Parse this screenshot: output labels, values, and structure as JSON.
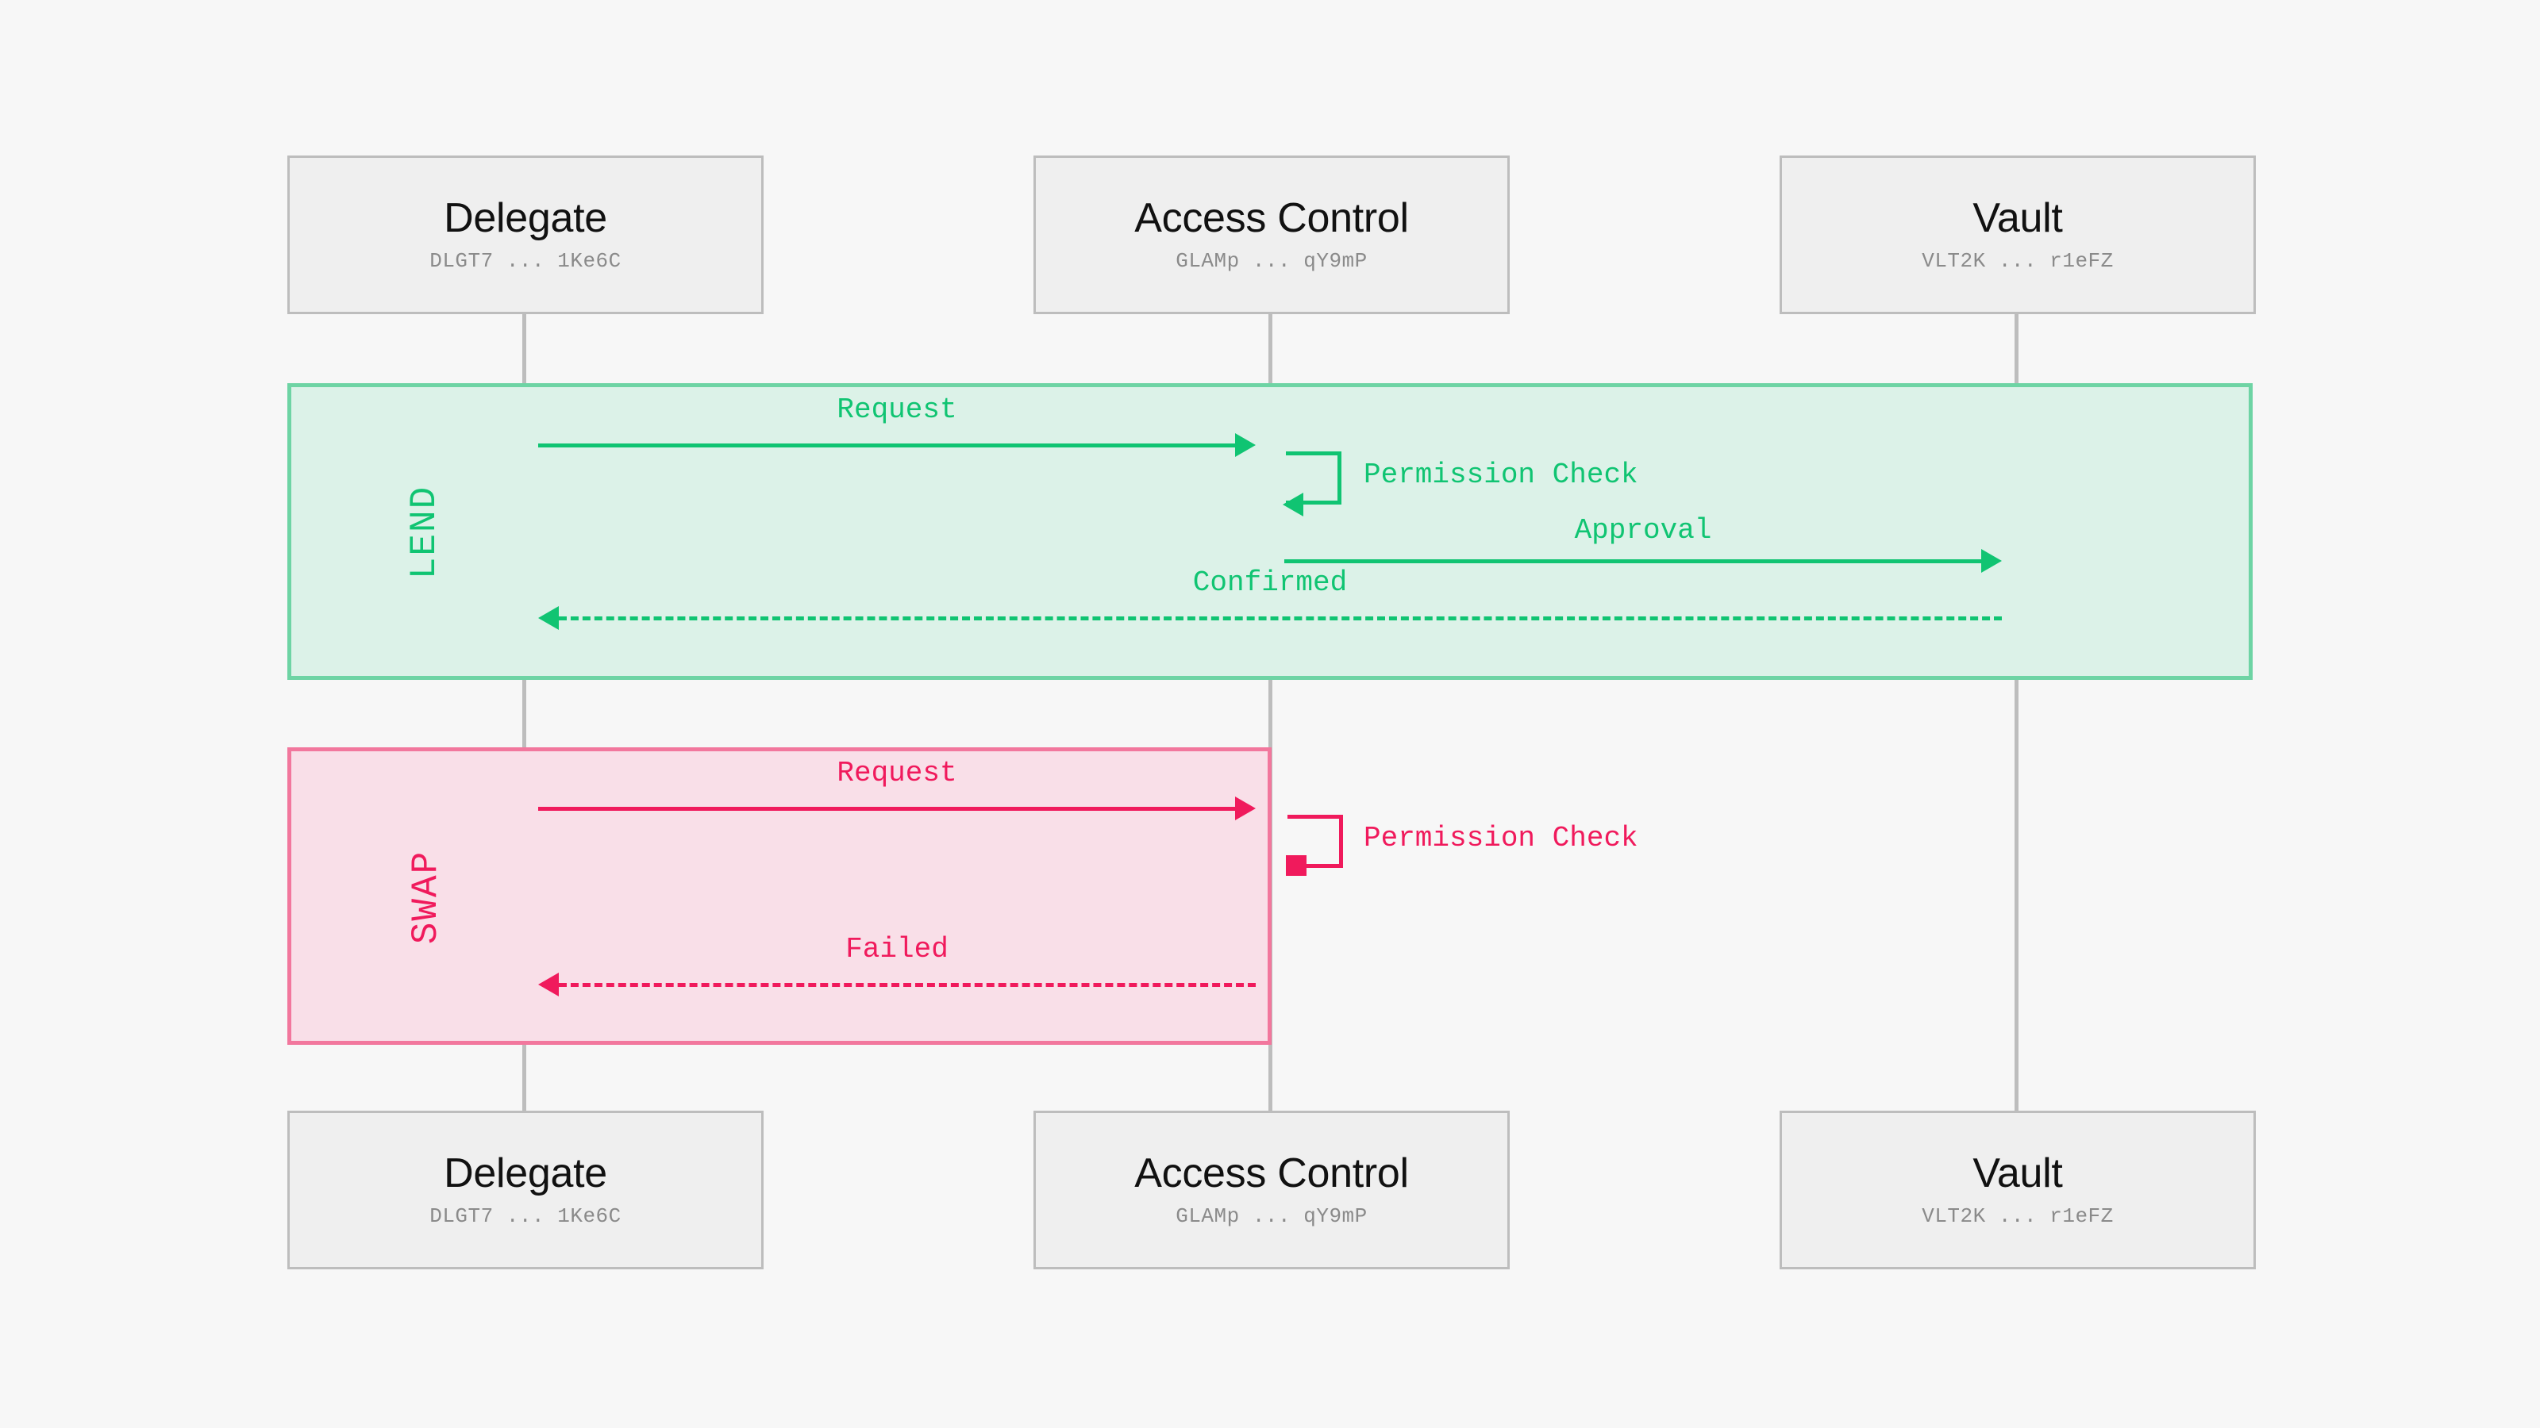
{
  "diagram": {
    "type": "sequence-diagram",
    "background_color": "#f7f7f7",
    "title_text": ""
  },
  "participants": [
    {
      "id": "delegate",
      "name": "Delegate",
      "address": "DLGT7 ... 1Ke6C"
    },
    {
      "id": "access-control",
      "name": "Access Control",
      "address": "GLAMp ... qY9mP"
    },
    {
      "id": "vault",
      "name": "Vault",
      "address": "VLT2K ... r1eFZ"
    }
  ],
  "fragments": [
    {
      "id": "lend",
      "label": "LEND",
      "accent_color": "#10c472",
      "fill_color": "#dcf2e8",
      "border_color": "#6ed4a4"
    },
    {
      "id": "swap",
      "label": "SWAP",
      "accent_color": "#f01a5c",
      "fill_color": "#f9dfe8",
      "border_color": "#f2779d"
    }
  ],
  "messages": {
    "lend": [
      {
        "id": "lend-request",
        "label": "Request",
        "from": "delegate",
        "to": "access-control",
        "style": "solid",
        "direction": "right"
      },
      {
        "id": "lend-perm-check",
        "label": "Permission Check",
        "from": "access-control",
        "to": "access-control",
        "style": "self-loop",
        "direction": "loop"
      },
      {
        "id": "lend-approval",
        "label": "Approval",
        "from": "access-control",
        "to": "vault",
        "style": "solid",
        "direction": "right"
      },
      {
        "id": "lend-confirmed",
        "label": "Confirmed",
        "from": "vault",
        "to": "delegate",
        "style": "dotted",
        "direction": "left"
      }
    ],
    "swap": [
      {
        "id": "swap-request",
        "label": "Request",
        "from": "delegate",
        "to": "access-control",
        "style": "solid",
        "direction": "right"
      },
      {
        "id": "swap-perm-check",
        "label": "Permission Check",
        "from": "access-control",
        "to": "access-control",
        "style": "self-loop-blocked",
        "direction": "loop"
      },
      {
        "id": "swap-failed",
        "label": "Failed",
        "from": "access-control",
        "to": "delegate",
        "style": "dotted",
        "direction": "left"
      }
    ]
  },
  "colors": {
    "participant_fill": "#efefef",
    "participant_border": "#bdbdbd",
    "participant_name": "#111111",
    "participant_address": "#8a8a8a",
    "lifeline": "#bdbdbd",
    "green_accent": "#10c472",
    "pink_accent": "#f01a5c"
  }
}
